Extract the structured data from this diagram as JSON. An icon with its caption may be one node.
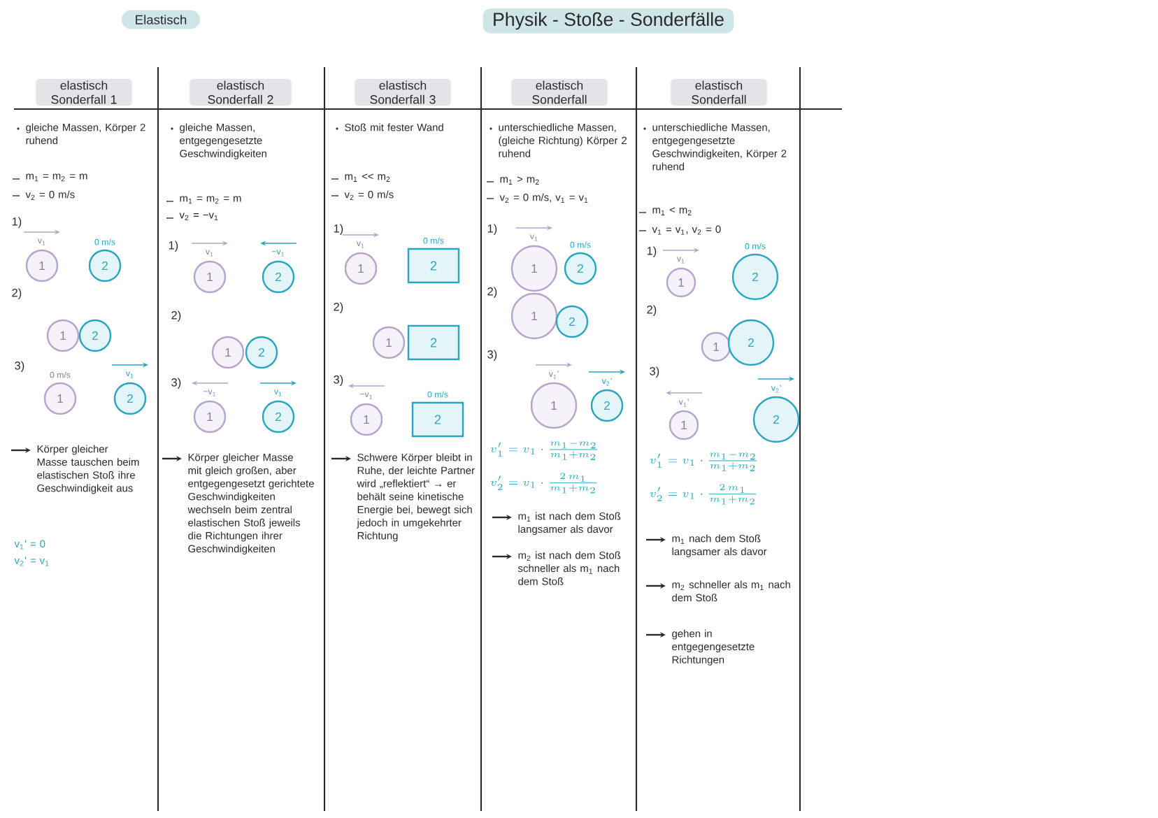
{
  "diagram": {
    "title": "Physik - Stoße - Sonderfälle",
    "nodes": [
      {
        "text": [
          "Elastisch"
        ]
      },
      {
        "text": [
          "1"
        ],
        "beside": [
          "v$_{1}$"
        ]
      },
      {
        "text": [
          "2"
        ],
        "beside": [
          "0 m/s"
        ]
      },
      {
        "text": [
          "1"
        ]
      },
      {
        "text": [
          "2"
        ]
      },
      {
        "text": [
          "1"
        ],
        "beside": [
          "0 m/s"
        ]
      },
      {
        "text": [
          "2"
        ],
        "beside": [
          "v$_{1}$"
        ]
      },
      {
        "text": [
          "1"
        ],
        "beside": [
          "v$_{1}$"
        ]
      },
      {
        "text": [
          "2"
        ],
        "beside": [
          "−v$_{1}$"
        ]
      },
      {
        "text": [
          "1"
        ]
      },
      {
        "text": [
          "2"
        ]
      },
      {
        "text": [
          "1"
        ],
        "beside": [
          "−v$_{1}$"
        ]
      },
      {
        "text": [
          "2"
        ],
        "beside": [
          "v$_{1}$"
        ]
      },
      {
        "text": [
          "1"
        ],
        "beside": [
          "v$_{1}$"
        ]
      },
      {
        "text": [
          "2"
        ],
        "beside": [
          "0 m/s"
        ]
      },
      {
        "text": [
          "1"
        ]
      },
      {
        "text": [
          "2"
        ]
      },
      {
        "text": [
          "1"
        ],
        "beside": [
          "−v$_{1}$"
        ]
      },
      {
        "text": [
          "2"
        ],
        "beside": [
          "0 m/s"
        ]
      },
      {
        "text": [
          "1"
        ],
        "beside": [
          "v$_{1}$"
        ]
      },
      {
        "text": [
          "2"
        ],
        "beside": [
          "0 m/s"
        ]
      },
      {
        "text": [
          "1"
        ]
      },
      {
        "text": [
          "2"
        ]
      },
      {
        "text": [
          "1"
        ],
        "beside": [
          "v$_{1}$'"
        ]
      },
      {
        "text": [
          "2"
        ],
        "beside": [
          "v$_{2}$'"
        ]
      },
      {
        "text": [
          "1"
        ],
        "beside": [
          "v$_{1}$"
        ]
      },
      {
        "text": [
          "2"
        ],
        "beside": [
          "0 m/s"
        ]
      },
      {
        "text": [
          "1"
        ]
      },
      {
        "text": [
          "2"
        ]
      },
      {
        "text": [
          "1"
        ],
        "beside": [
          "v$_{1}$'"
        ]
      },
      {
        "text": [
          "2"
        ],
        "beside": [
          "v$_{2}$'"
        ]
      }
    ],
    "labels": [
      "elastisch Sonderfall 1",
      "gleiche Massen, Körper 2 ruhend",
      "m$_{1}$ = m$_{2}$ = m",
      "v$_{2}$ = 0 m/s",
      "1)",
      "2)",
      "3)",
      "Körper gleicher Masse tauschen beim elastischen Stoß ihre Geschwindigkeit aus",
      "v$_{1}$' = 0",
      "v$_{2}$' = v$_{1}$",
      "elastisch Sonderfall 2",
      "gleiche Massen, entgegengesetzte Geschwindigkeiten",
      "m$_{1}$ = m$_{2}$ = m",
      "v$_{2}$ = −v$_{1}$",
      "1)",
      "2)",
      "3)",
      "Körper gleicher Masse mit gleich großen, aber entgegengesetzt gerichtete Geschwindigkeiten wechseln beim zentral elastischen Stoß jeweils die Richtungen ihrer Geschwindigkeiten",
      "elastisch Sonderfall 3",
      "Stoß mit fester Wand",
      "m$_{1}$ << m$_{2}$",
      "v$_{2}$ = 0 m/s",
      "1)",
      "2)",
      "3)",
      "Schwere Körper bleibt in Ruhe, der leichte Partner wird „reflektiert“ → er behält seine kinetische Energie bei, bewegt sich jedoch in umgekehrter Richtung",
      "elastisch Sonderfall",
      "unterschiedliche Massen, (gleiche Richtung) Körper 2 ruhend",
      "m$_{1}$ > m$_{2}$",
      "v$_{2}$ = 0 m/s, v$_{1}$ = v$_{1}$",
      "1)",
      "2)",
      "3)",
      "v_1' = v_1 \\cdot \\frac{m_1 - m_2}{m_1 + m_2}",
      "v_2' = v_1 \\cdot \\frac{2\\,m_1}{m_1 + m_2}",
      "m$_{1}$ ist nach dem Stoß langsamer als davor",
      "m$_{2}$ ist nach dem Stoß schneller als m$_{1}$ nach dem Stoß",
      "elastisch Sonderfall",
      "unterschiedliche Massen, entgegengesetzte Geschwindigkeiten, Körper 2 ruhend",
      "m$_{1}$ < m$_{2}$",
      "v$_{1}$ = v$_{1}$, v$_{2}$ = 0",
      "1)",
      "2)",
      "3)",
      "v_1' = v_1 \\cdot \\frac{m_1 - m_2}{m_1 + m_2}",
      "v_2' = v_1 \\cdot \\frac{2\\,m_1}{m_1 + m_2}",
      "m$_{1}$ nach dem Stoß langsamer als davor",
      "m$_{2}$ schneller als m$_{1}$ nach dem Stoß",
      "gehen in entgegengesetzte Richtungen"
    ]
  }
}
